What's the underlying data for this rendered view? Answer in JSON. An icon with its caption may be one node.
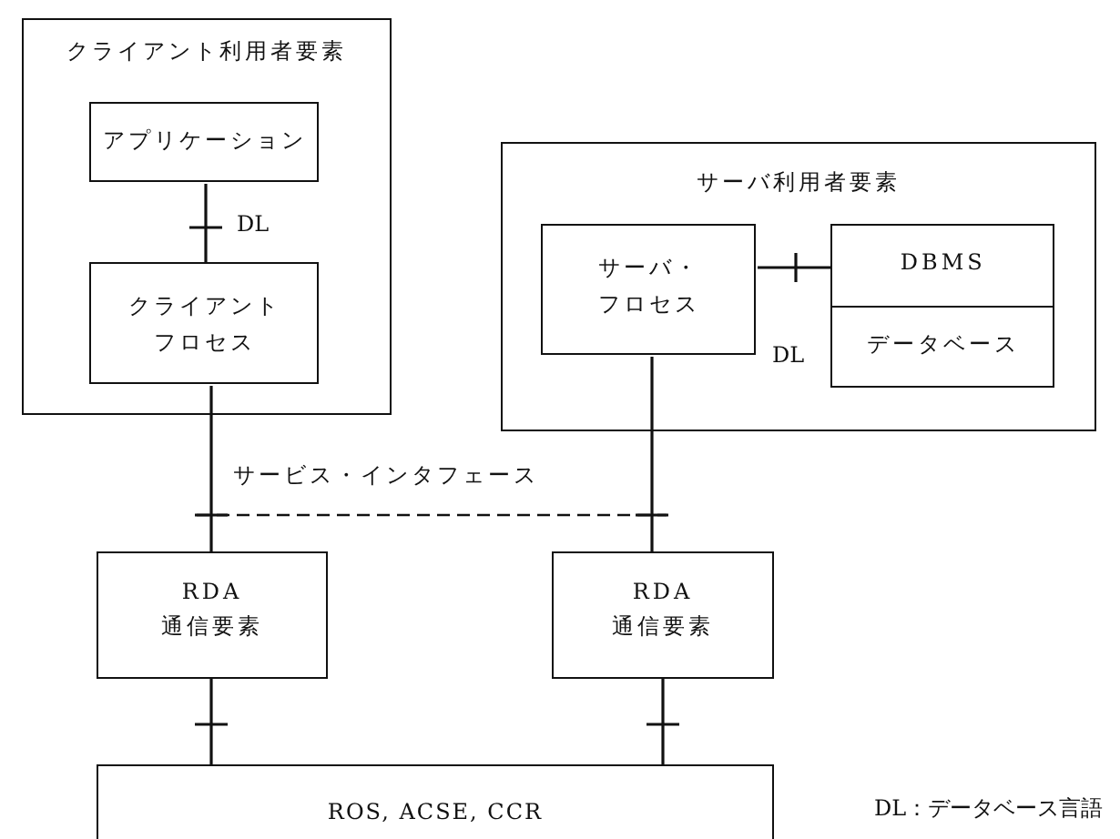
{
  "diagram": {
    "nodes": [
      {
        "text": [
          "クライアント利用者要素"
        ]
      },
      {
        "text": [
          "アプリケーション"
        ],
        "in": 0
      },
      {
        "text": [
          "クライアントフロセス"
        ],
        "in": 0
      },
      {
        "text": [
          "サーバ利用者要素"
        ]
      },
      {
        "text": [
          "サーバ・フロセス"
        ],
        "in": 3
      },
      {
        "text": [
          "DBMS"
        ],
        "in": 3
      },
      {
        "text": [
          "データベース"
        ],
        "in": 3
      },
      {
        "text": [
          "RDA 通信要素"
        ]
      },
      {
        "text": [
          "RDA 通信要素"
        ]
      },
      {
        "text": [
          "ROS, ACSE, CCR"
        ]
      }
    ],
    "edges": [
      {
        "from": 1,
        "to": 2,
        "arrow": "none",
        "label": "DL"
      },
      {
        "from": 4,
        "to": 5,
        "arrow": "none",
        "label": "DL"
      },
      {
        "from": 2,
        "to": 7,
        "arrow": "none"
      },
      {
        "from": 4,
        "to": 8,
        "arrow": "none"
      },
      {
        "from": 7,
        "to": 9,
        "arrow": "none"
      },
      {
        "from": 8,
        "to": 9,
        "arrow": "none"
      }
    ],
    "labels": [
      "サービス・インタフェース",
      "DL：データベース言語"
    ]
  }
}
